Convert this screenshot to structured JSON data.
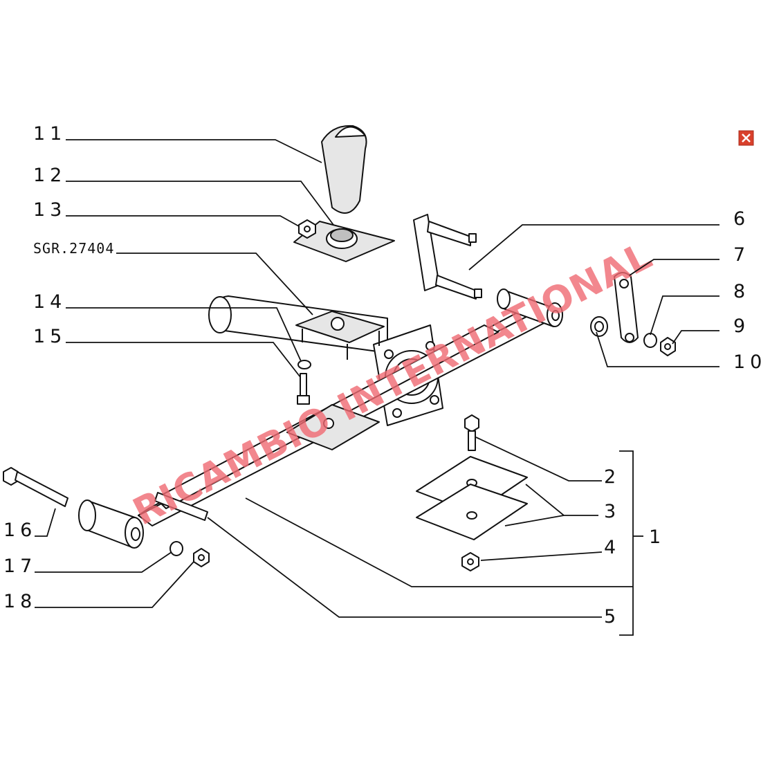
{
  "reference_code": "SGR.27404",
  "watermark": "RICAMBIO INTERNATIONAL",
  "colors": {
    "watermark": "#f06a72",
    "close_icon": "#d9402b",
    "line": "#111111"
  },
  "callouts": [
    "11",
    "12",
    "13",
    "14",
    "15",
    "16",
    "17",
    "18",
    "6",
    "7",
    "8",
    "9",
    "10",
    "2",
    "3",
    "4",
    "5",
    "1"
  ],
  "icons": {
    "close": "close-icon"
  }
}
